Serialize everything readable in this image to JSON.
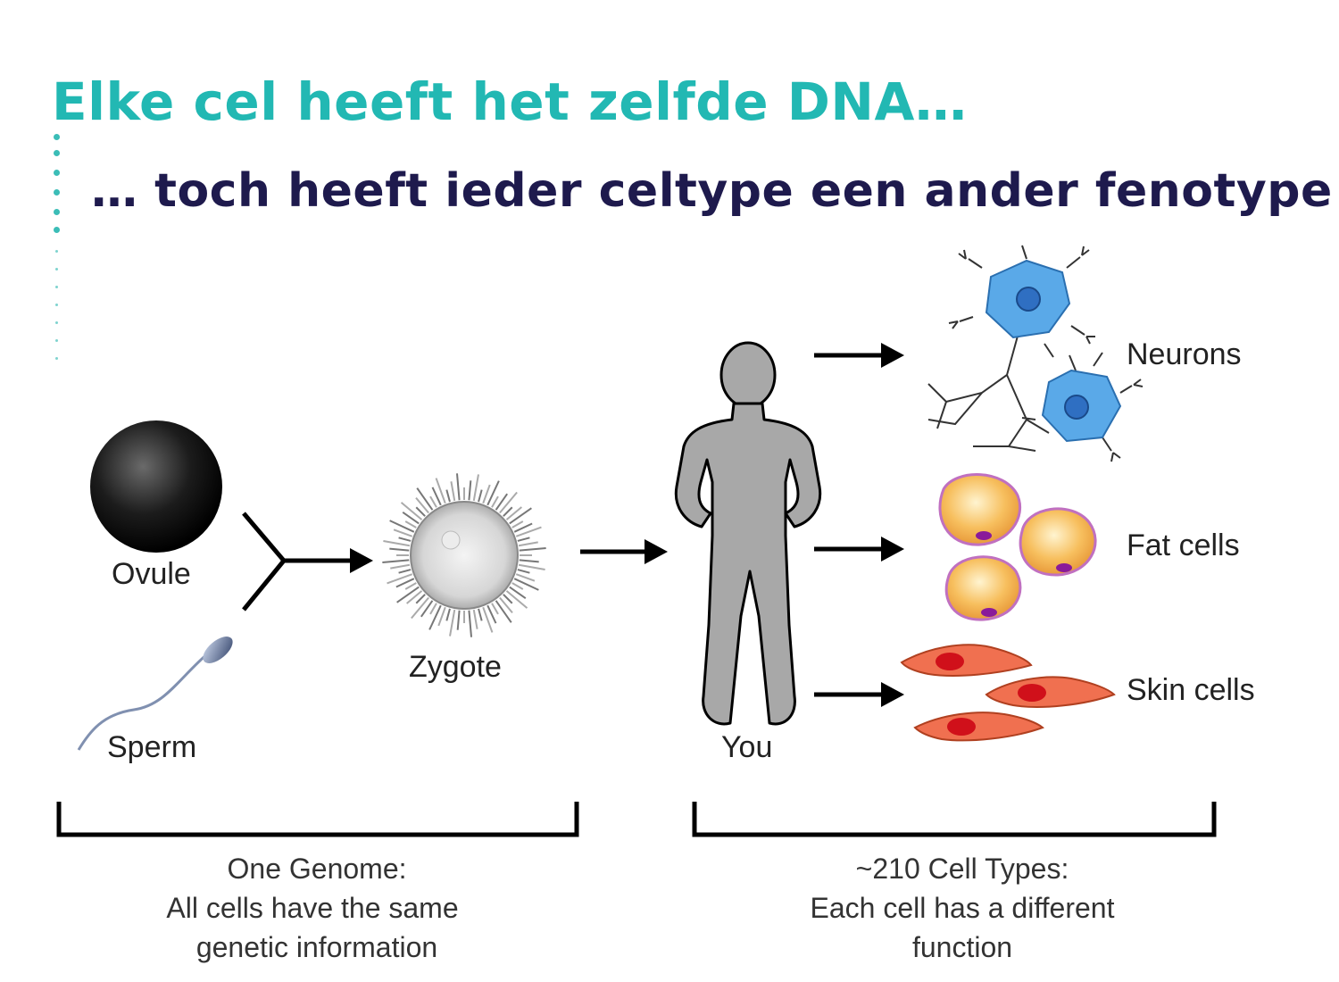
{
  "header": {
    "title": "Elke cel heeft het zelfde DNA…",
    "subtitle": "… toch heeft ieder celtype een ander fenotype"
  },
  "diagram": {
    "labels": {
      "ovule": "Ovule",
      "sperm": "Sperm",
      "zygote": "Zygote",
      "you": "You",
      "neurons": "Neurons",
      "fat_cells": "Fat cells",
      "skin_cells": "Skin cells"
    },
    "left_caption": {
      "line1": "One Genome:",
      "line2": "All cells have the same",
      "line3": "genetic information"
    },
    "right_caption": {
      "line1": "~210 Cell Types:",
      "line2": "Each cell has a different",
      "line3": "function"
    }
  },
  "colors": {
    "title": "#22b8b3",
    "subtitle": "#1e1a4d",
    "neuron": "#5aa9e8",
    "fat_cell": "#f5b85a",
    "skin_cell": "#f07050",
    "body": "#a8a8a8"
  }
}
